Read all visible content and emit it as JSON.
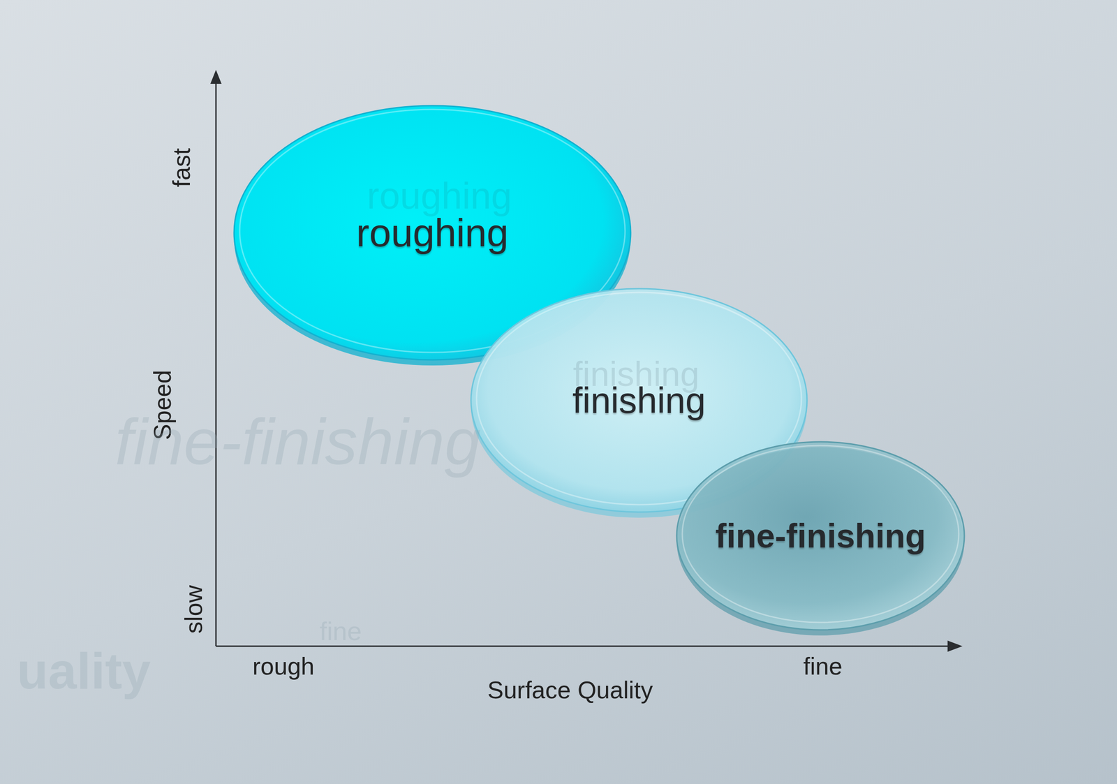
{
  "diagram": {
    "nodes": [
      {
        "text": [
          "roughing"
        ]
      },
      {
        "text": [
          "finishing"
        ]
      },
      {
        "text": [
          "fine-finishing"
        ]
      }
    ],
    "labels": [
      "fast",
      "Speed",
      "slow",
      "rough",
      "Surface Quality",
      "fine",
      "roughing",
      "finishing",
      "fine-finishing",
      "fine",
      "uality"
    ]
  }
}
